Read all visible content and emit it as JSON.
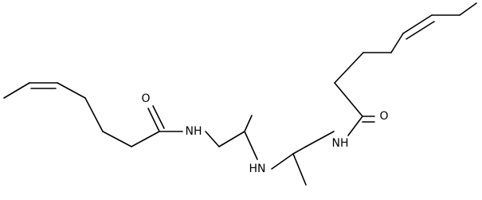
{
  "structure": {
    "atom_labels": {
      "o_left": "O",
      "nh_left": "NH",
      "hn_center": "HN",
      "nh_right": "NH",
      "o_right": "O"
    },
    "colors": {
      "bond": "#000000",
      "label": "#000000",
      "background": "#ffffff"
    }
  }
}
